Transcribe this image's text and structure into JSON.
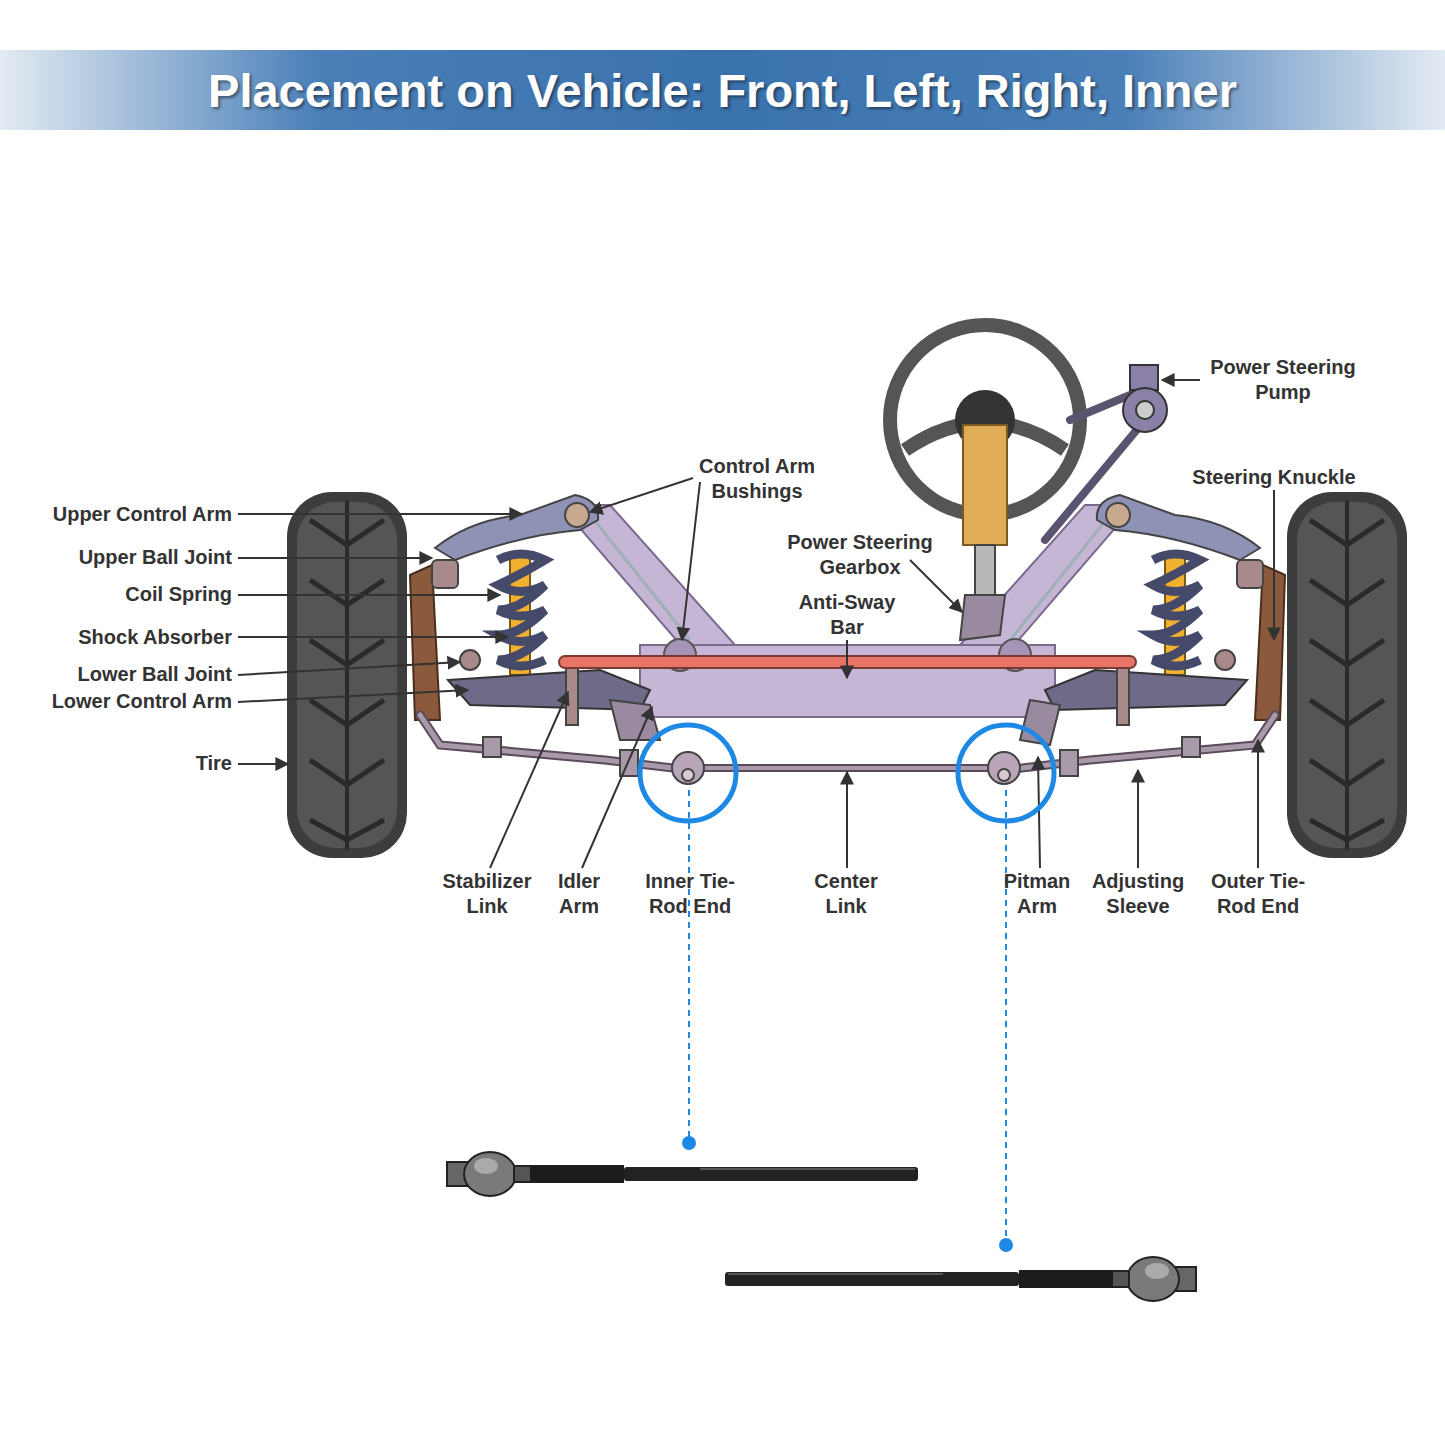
{
  "diagram": {
    "title": "Placement on Vehicle: Front, Left, Right, Inner",
    "labels": [
      "Power Steering Pump",
      "Control Arm Bushings",
      "Steering Knuckle",
      "Upper Control Arm",
      "Upper Ball Joint",
      "Coil Spring",
      "Power Steering Gearbox",
      "Anti-Sway Bar",
      "Shock Absorber",
      "Lower Ball Joint",
      "Lower Control Arm",
      "Tire",
      "Stabilizer Link",
      "Idler Arm",
      "Inner Tie-Rod End",
      "Center Link",
      "Pitman Arm",
      "Adjusting Sleeve",
      "Outer Tie-Rod End"
    ]
  }
}
